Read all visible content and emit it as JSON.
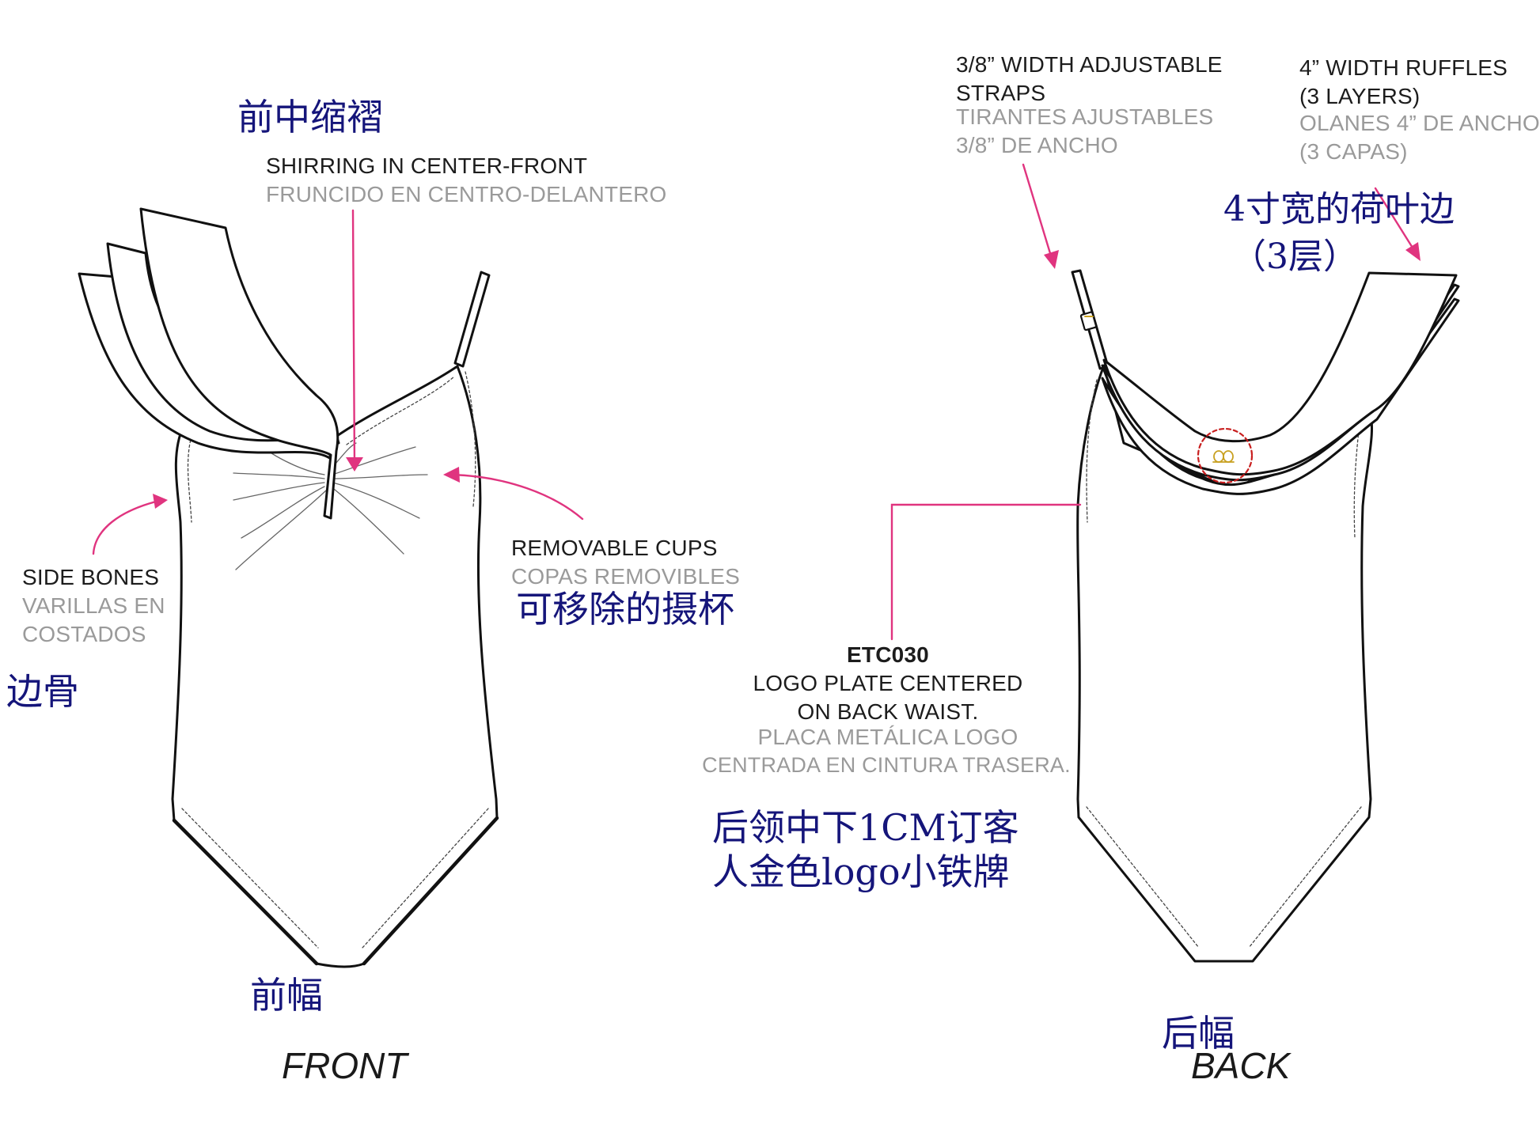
{
  "colors": {
    "callout_arrow": "#e0347f",
    "english_text": "#1c1c1c",
    "spanish_text": "#9a9a9a",
    "chinese_text": "#15157a",
    "logo_gold": "#c8a020",
    "logo_ring": "#c81e1e"
  },
  "labels": {
    "shirring": {
      "cn": "前中缩褶",
      "en": "SHIRRING IN CENTER-FRONT",
      "es": "FRUNCIDO EN CENTRO-DELANTERO"
    },
    "side_bones": {
      "en": "SIDE BONES",
      "es_line1": "VARILLAS EN",
      "es_line2": "COSTADOS",
      "cn": "边骨"
    },
    "removable_cups": {
      "en": "REMOVABLE CUPS",
      "es": "COPAS REMOVIBLES",
      "cn": "可移除的摄杯"
    },
    "front_panel_cn": "前幅",
    "front_caption": "FRONT",
    "straps": {
      "en_line1": "3/8” WIDTH ADJUSTABLE",
      "en_line2": "STRAPS",
      "es_line1": "TIRANTES AJUSTABLES",
      "es_line2": "3/8” DE ANCHO"
    },
    "ruffles": {
      "en_line1": "4” WIDTH RUFFLES",
      "en_line2": "(3 LAYERS)",
      "es_line1": "OLANES 4” DE ANCHO",
      "es_line2": "(3 CAPAS)",
      "cn_line1": "4寸宽的荷叶边",
      "cn_line2": "（3层）"
    },
    "logo_plate": {
      "code": "ETC030",
      "en_line1": "LOGO PLATE CENTERED",
      "en_line2": "ON BACK WAIST.",
      "es_line1": "PLACA METÁLICA LOGO",
      "es_line2": "CENTRADA EN CINTURA TRASERA.",
      "cn_line1": "后领中下1CM订客",
      "cn_line2": "人金色logo小铁牌"
    },
    "back_panel_cn": "后幅",
    "back_caption": "BACK"
  }
}
